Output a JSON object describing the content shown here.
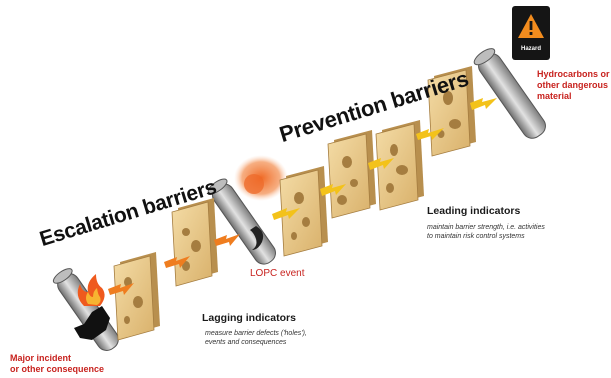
{
  "titles": {
    "prevention": "Prevention barriers",
    "escalation": "Escalation barriers"
  },
  "hazard": {
    "badge_label": "Hazard",
    "line1": "Hydrocarbons or",
    "line2": "other dangerous",
    "line3": "material"
  },
  "leading": {
    "title": "Leading indicators",
    "desc1": "maintain barrier strength, i.e. activities",
    "desc2": "to maintain risk control systems"
  },
  "lagging": {
    "title": "Lagging indicators",
    "desc1": "measure barrier defects ('holes'),",
    "desc2": "events and consequences"
  },
  "lopc": {
    "label": "LOPC event"
  },
  "major": {
    "line1": "Major incident",
    "line2": "or other consequence"
  },
  "colors": {
    "cheese": "#e9c98a",
    "cheese_shadow": "#b88f4e",
    "arrow_yellow": "#f3c21a",
    "arrow_orange": "#ef7d1f",
    "red_label": "#c8231f",
    "hazard_badge": "#151515",
    "hazard_triangle": "#f28c1e"
  },
  "icons": [
    "hazard-warning-icon",
    "fire-icon",
    "explosion-icon",
    "spill-icon"
  ]
}
